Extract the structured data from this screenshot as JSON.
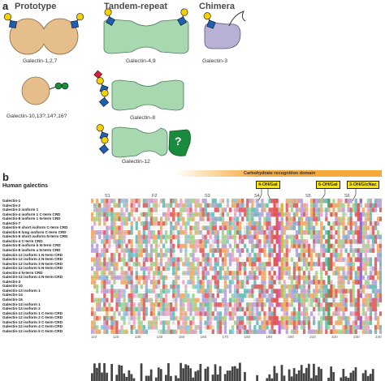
{
  "panel_a": {
    "letter": "a",
    "headings": {
      "prototype": "Prototype",
      "tandem": "Tandem-repeat",
      "chimera": "Chimera"
    },
    "labels": {
      "g127": "Galectin-1,2,7",
      "g49": "Galectin-4,9",
      "g3": "Galectin-3",
      "g10": "Galectin-10,13?,14?,16?",
      "g8": "Galectin-8",
      "g12": "Galectin-12"
    },
    "question_mark": "?"
  },
  "panel_b": {
    "letter": "b",
    "title": "Human galectins",
    "crd_label": "Carbohydrate recognition domain",
    "boxes": [
      "4-OH/Gal",
      "6-OH/Gal",
      "3-OH/GlcNac"
    ],
    "strands": [
      "S1",
      "F2",
      "S3",
      "S4",
      "S5",
      "S6"
    ],
    "positions": [
      "110",
      "120",
      "130",
      "140",
      "150",
      "160",
      "170",
      "180",
      "190",
      "200",
      "210",
      "220",
      "230",
      "240"
    ],
    "rows": [
      "Galectin-1",
      "Galectin-2",
      "Galectin-3 isoform 1",
      "Galectin-4 isoform 1 C-term CRD",
      "Galectin-8 isoform 1 N-term CRD",
      "Galectin-7",
      "Galectin-9 short isoform C-term CRD",
      "Galectin-9 long isoform C-term CRD",
      "Galectin-9 short isoform N-term CRD",
      "Galectin-4 C-term CRD",
      "Galectin-8 isoform b N-term CRD",
      "Galectin-8 isoform a N-term CRD",
      "Galectin-12 isoform 1 N-term CRD",
      "Galectin-12 isoform 2 N-term CRD",
      "Galectin-12 isoform 3 N-term CRD",
      "Galectin-12 isoform 5 N-term CRD",
      "Galectin-4 N-term CRD",
      "Galectin-12 isoform 4 N-term CRD",
      "Galectin-3",
      "Galectin-10",
      "Galectin-13 isoform 1",
      "Galectin-14",
      "Galectin-16",
      "Galectin-14 isoform 1",
      "Galectin-14 isoform 2",
      "Galectin-12 isoform 1 C-term CRD",
      "Galectin-12 isoform 2 C-term CRD",
      "Galectin-12 isoform 3 C-term CRD",
      "Galectin-12 isoform 4 C-term CRD",
      "Galectin-12 isoform 5 C-term CRD"
    ]
  },
  "colors": {
    "tan": "#e6be8c",
    "green": "#a8d8b0",
    "green_dark": "#1a8a3c",
    "purple": "#b9b0d6",
    "orange_bar": "#f6a93a",
    "yellow": "#ffe600"
  }
}
